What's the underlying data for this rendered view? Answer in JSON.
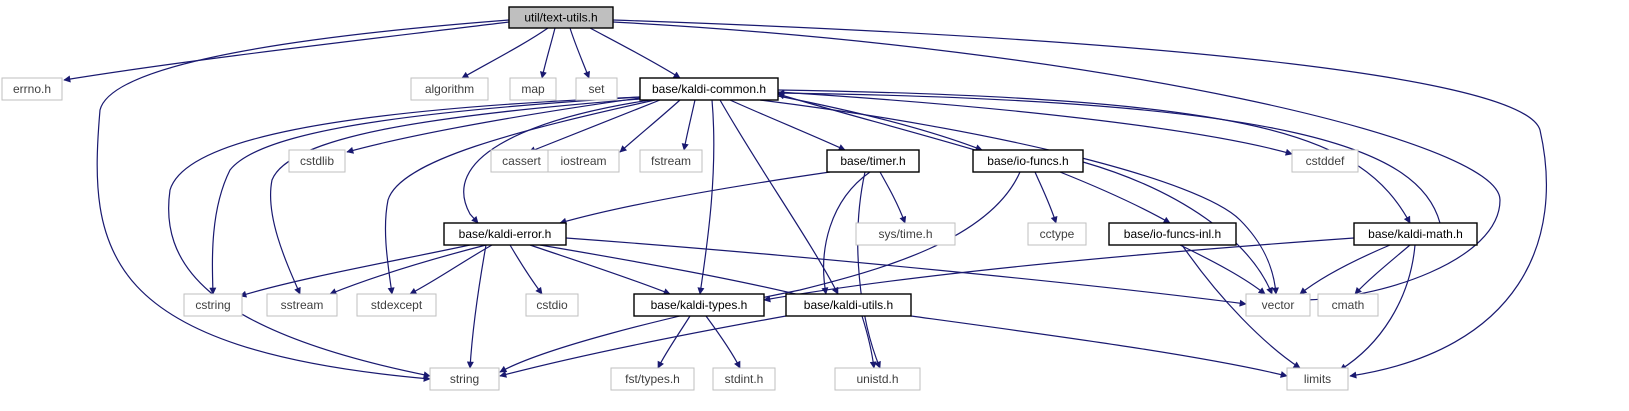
{
  "colors": {
    "edge": "#191970",
    "box_source": "#000000",
    "box_system": "#bfbfbf",
    "fill_root": "#bfbfbf",
    "fill_default": "#ffffff",
    "text_source": "#000000",
    "text_system": "#404040"
  },
  "nodes": [
    {
      "id": "text_utils",
      "label": "util/text-utils.h",
      "kind": "root"
    },
    {
      "id": "errno",
      "label": "errno.h",
      "kind": "system"
    },
    {
      "id": "algorithm",
      "label": "algorithm",
      "kind": "system"
    },
    {
      "id": "map",
      "label": "map",
      "kind": "system"
    },
    {
      "id": "set",
      "label": "set",
      "kind": "system"
    },
    {
      "id": "kaldi_common",
      "label": "base/kaldi-common.h",
      "kind": "source"
    },
    {
      "id": "cstdlib",
      "label": "cstdlib",
      "kind": "system"
    },
    {
      "id": "cassert",
      "label": "cassert",
      "kind": "system"
    },
    {
      "id": "iostream",
      "label": "iostream",
      "kind": "system"
    },
    {
      "id": "fstream",
      "label": "fstream",
      "kind": "system"
    },
    {
      "id": "timer",
      "label": "base/timer.h",
      "kind": "source"
    },
    {
      "id": "io_funcs",
      "label": "base/io-funcs.h",
      "kind": "source"
    },
    {
      "id": "cstddef",
      "label": "cstddef",
      "kind": "system"
    },
    {
      "id": "kaldi_error",
      "label": "base/kaldi-error.h",
      "kind": "source"
    },
    {
      "id": "systime",
      "label": "sys/time.h",
      "kind": "system"
    },
    {
      "id": "cctype",
      "label": "cctype",
      "kind": "system"
    },
    {
      "id": "io_funcs_inl",
      "label": "base/io-funcs-inl.h",
      "kind": "source"
    },
    {
      "id": "kaldi_math",
      "label": "base/kaldi-math.h",
      "kind": "source"
    },
    {
      "id": "cstring",
      "label": "cstring",
      "kind": "system"
    },
    {
      "id": "sstream",
      "label": "sstream",
      "kind": "system"
    },
    {
      "id": "stdexcept",
      "label": "stdexcept",
      "kind": "system"
    },
    {
      "id": "cstdio",
      "label": "cstdio",
      "kind": "system"
    },
    {
      "id": "kaldi_types",
      "label": "base/kaldi-types.h",
      "kind": "source"
    },
    {
      "id": "kaldi_utils",
      "label": "base/kaldi-utils.h",
      "kind": "source"
    },
    {
      "id": "vector",
      "label": "vector",
      "kind": "system"
    },
    {
      "id": "cmath",
      "label": "cmath",
      "kind": "system"
    },
    {
      "id": "string",
      "label": "string",
      "kind": "system"
    },
    {
      "id": "fst_types",
      "label": "fst/types.h",
      "kind": "system"
    },
    {
      "id": "stdint",
      "label": "stdint.h",
      "kind": "system"
    },
    {
      "id": "unistd",
      "label": "unistd.h",
      "kind": "system"
    },
    {
      "id": "limits",
      "label": "limits",
      "kind": "system"
    }
  ],
  "edges": [
    {
      "from": "text_utils",
      "to": "errno"
    },
    {
      "from": "text_utils",
      "to": "algorithm"
    },
    {
      "from": "text_utils",
      "to": "map"
    },
    {
      "from": "text_utils",
      "to": "set"
    },
    {
      "from": "text_utils",
      "to": "kaldi_common"
    },
    {
      "from": "text_utils",
      "to": "string"
    },
    {
      "from": "text_utils",
      "to": "vector"
    },
    {
      "from": "text_utils",
      "to": "limits"
    },
    {
      "from": "kaldi_common",
      "to": "cstdlib"
    },
    {
      "from": "kaldi_common",
      "to": "cassert"
    },
    {
      "from": "kaldi_common",
      "to": "iostream"
    },
    {
      "from": "kaldi_common",
      "to": "fstream"
    },
    {
      "from": "kaldi_common",
      "to": "timer"
    },
    {
      "from": "kaldi_common",
      "to": "io_funcs"
    },
    {
      "from": "kaldi_common",
      "to": "cstddef"
    },
    {
      "from": "kaldi_common",
      "to": "kaldi_math"
    },
    {
      "from": "kaldi_common",
      "to": "kaldi_error"
    },
    {
      "from": "kaldi_common",
      "to": "cstring"
    },
    {
      "from": "kaldi_common",
      "to": "sstream"
    },
    {
      "from": "kaldi_common",
      "to": "stdexcept"
    },
    {
      "from": "kaldi_common",
      "to": "kaldi_types"
    },
    {
      "from": "kaldi_common",
      "to": "kaldi_utils"
    },
    {
      "from": "kaldi_common",
      "to": "vector"
    },
    {
      "from": "kaldi_common",
      "to": "string"
    },
    {
      "from": "timer",
      "to": "kaldi_error"
    },
    {
      "from": "timer",
      "to": "systime"
    },
    {
      "from": "timer",
      "to": "kaldi_utils"
    },
    {
      "from": "timer",
      "to": "unistd"
    },
    {
      "from": "io_funcs",
      "to": "kaldi_common"
    },
    {
      "from": "io_funcs",
      "to": "cctype"
    },
    {
      "from": "io_funcs",
      "to": "io_funcs_inl"
    },
    {
      "from": "io_funcs",
      "to": "vector"
    },
    {
      "from": "io_funcs",
      "to": "string"
    },
    {
      "from": "kaldi_math",
      "to": "kaldi_common"
    },
    {
      "from": "kaldi_math",
      "to": "vector"
    },
    {
      "from": "kaldi_math",
      "to": "cmath"
    },
    {
      "from": "kaldi_math",
      "to": "limits"
    },
    {
      "from": "kaldi_math",
      "to": "kaldi_types"
    },
    {
      "from": "io_funcs_inl",
      "to": "vector"
    },
    {
      "from": "io_funcs_inl",
      "to": "limits"
    },
    {
      "from": "kaldi_error",
      "to": "cstring"
    },
    {
      "from": "kaldi_error",
      "to": "sstream"
    },
    {
      "from": "kaldi_error",
      "to": "stdexcept"
    },
    {
      "from": "kaldi_error",
      "to": "cstdio"
    },
    {
      "from": "kaldi_error",
      "to": "kaldi_types"
    },
    {
      "from": "kaldi_error",
      "to": "kaldi_utils"
    },
    {
      "from": "kaldi_error",
      "to": "vector"
    },
    {
      "from": "kaldi_error",
      "to": "string"
    },
    {
      "from": "kaldi_types",
      "to": "fst_types"
    },
    {
      "from": "kaldi_types",
      "to": "stdint"
    },
    {
      "from": "kaldi_utils",
      "to": "string"
    },
    {
      "from": "kaldi_utils",
      "to": "unistd"
    },
    {
      "from": "kaldi_utils",
      "to": "limits"
    }
  ]
}
